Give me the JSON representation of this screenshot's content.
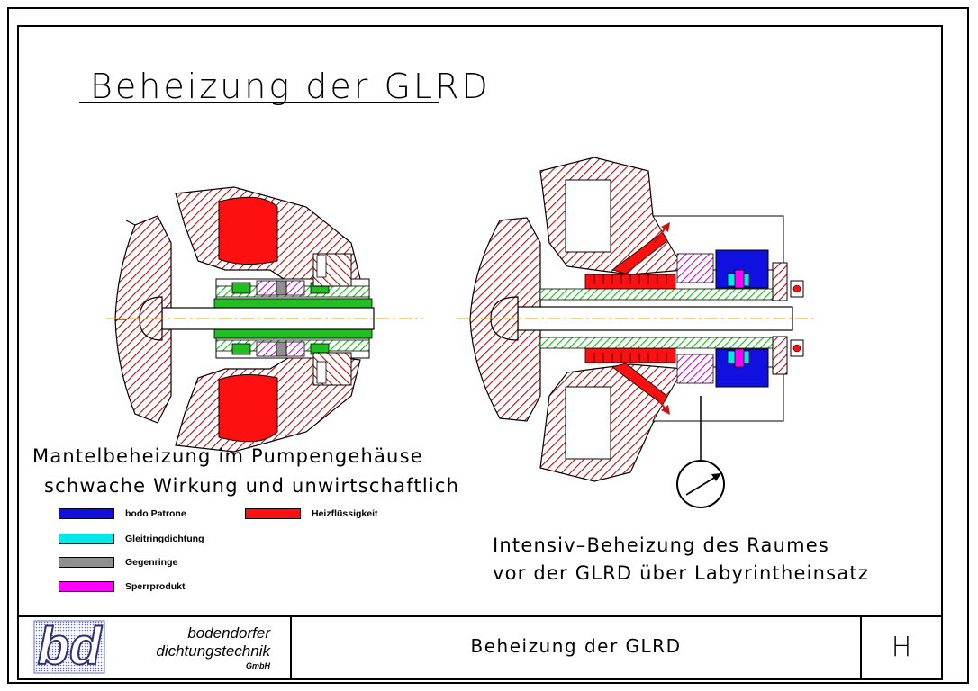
{
  "title": "Beheizung der GLRD",
  "caption_left": {
    "line1": "Mantelbeheizung im Pumpengehäuse",
    "line2": "schwache Wirkung und unwirtschaftlich"
  },
  "caption_right": {
    "line1": "Intensiv–Beheizung des Raumes",
    "line2": "vor der GLRD über Labyrintheinsatz"
  },
  "legend": [
    {
      "label": "bodo Patrone",
      "color": "#1010e0"
    },
    {
      "label": "Gleitringdichtung",
      "color": "#00e8e8"
    },
    {
      "label": "Gegenringe",
      "color": "#909090"
    },
    {
      "label": "Sperrprodukt",
      "color": "#ff00ff"
    },
    {
      "label": "Heizflüssigkeit",
      "color": "#ff1010"
    }
  ],
  "colors": {
    "housing_hatch": "#b01010",
    "seal_green": "#20c020",
    "axis": "#e0a020"
  },
  "title_block": {
    "company_line1": "bodendorfer",
    "company_line2": "dichtungstechnik",
    "company_line3": "GmbH",
    "logo_text": "bd",
    "drawing_title": "Beheizung der GLRD",
    "sheet_code": "H"
  }
}
